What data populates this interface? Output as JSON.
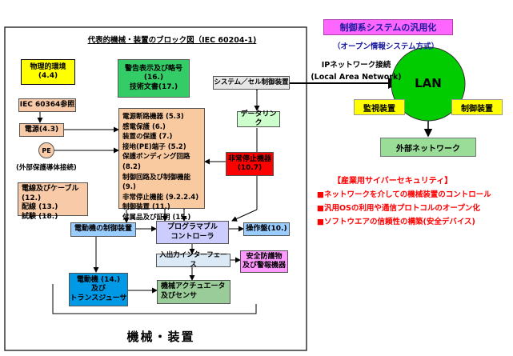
{
  "colors": {
    "purple_title_bg": "#ff66ff",
    "physical_env_bg": "#ffff00",
    "warning_bg": "#33cc66",
    "main_block_bg": "#f9c9a0",
    "salmon_bg": "#f8caa8",
    "motor_control_bg": "#99ccff",
    "prog_controller_bg": "#ccccff",
    "operator_bg": "#99ccff",
    "io_bg": "#dbe9f7",
    "safety_bg": "#ff99ff",
    "estop_bg": "#ff0000",
    "data_link_bg": "#ccffcc",
    "actuator_bg": "#99cc99",
    "motor_bg": "#0099e6",
    "system_bg": "#e6e6e6",
    "lan_circle": "#00cc00",
    "yellow_label_bg": "#ffff00",
    "external_network_bg": "#99dd99",
    "security_red": "#ff0000"
  },
  "diagram": {
    "title": "代表的機械・装置のブロック図（IEC 60204-1)",
    "frame_label": "機械・装置",
    "physical_environment": "物理的環境\n(4.4)",
    "warning_docs": "警告表示及び略号(16.)\n技術文書(17.)",
    "system_cell_control": "システム／セル制御装置",
    "iec_ref": "IEC 60364参照",
    "power": "電源(4.3)",
    "pe": "PE",
    "external_protective": "(外部保護導体接続)",
    "cables": "電線及びケーブル(12.)\n配線 (13.)\n試験 (18.)",
    "main_block": "電源断路機器 (5.3)\n感電保護 (6.)\n装置の保護 (7.)\n接地(PE)端子 (5.2)\n保護ボンディング回路 (8.2)\n制御回路及び制御機能 (9.)\n非常停止機能 (9.2.2.4)\n制御装置 (11.)\n付属品及び証明 (15.)",
    "data_link": "データリンク",
    "emergency_stop": "非常停止機器\n(10.7)",
    "motor_control": "電動機の制御装置",
    "programmable_controller": "プログラマブル\nコントローラ",
    "operator_panel": "操作盤(10.)",
    "io_interface": "入出力インターフェース",
    "safety_devices": "安全防護物\n及び警報機器",
    "motor": "電動機 (14.)\n及び\nトランスジューサ",
    "actuator": "機械アクチュエータ\n及びセンサ"
  },
  "right": {
    "title": "制御系システムの汎用化",
    "subtitle": "（オープン情報システム方式）",
    "ip_network": "IPネットワーク接続\n(Local Area Network)",
    "lan": "LAN",
    "monitoring": "監視装置",
    "control_device": "制御装置",
    "external_network": "外部ネットワーク",
    "security_heading": "【産業用サイバーセキュリティ】",
    "security_items": [
      "■ネットワークを介しての機械装置のコントロール",
      "■汎用OSの利用や通信プロトコルのオープン化",
      "■ソフトウエアの信頼性の構築(安全デバイス)"
    ]
  }
}
